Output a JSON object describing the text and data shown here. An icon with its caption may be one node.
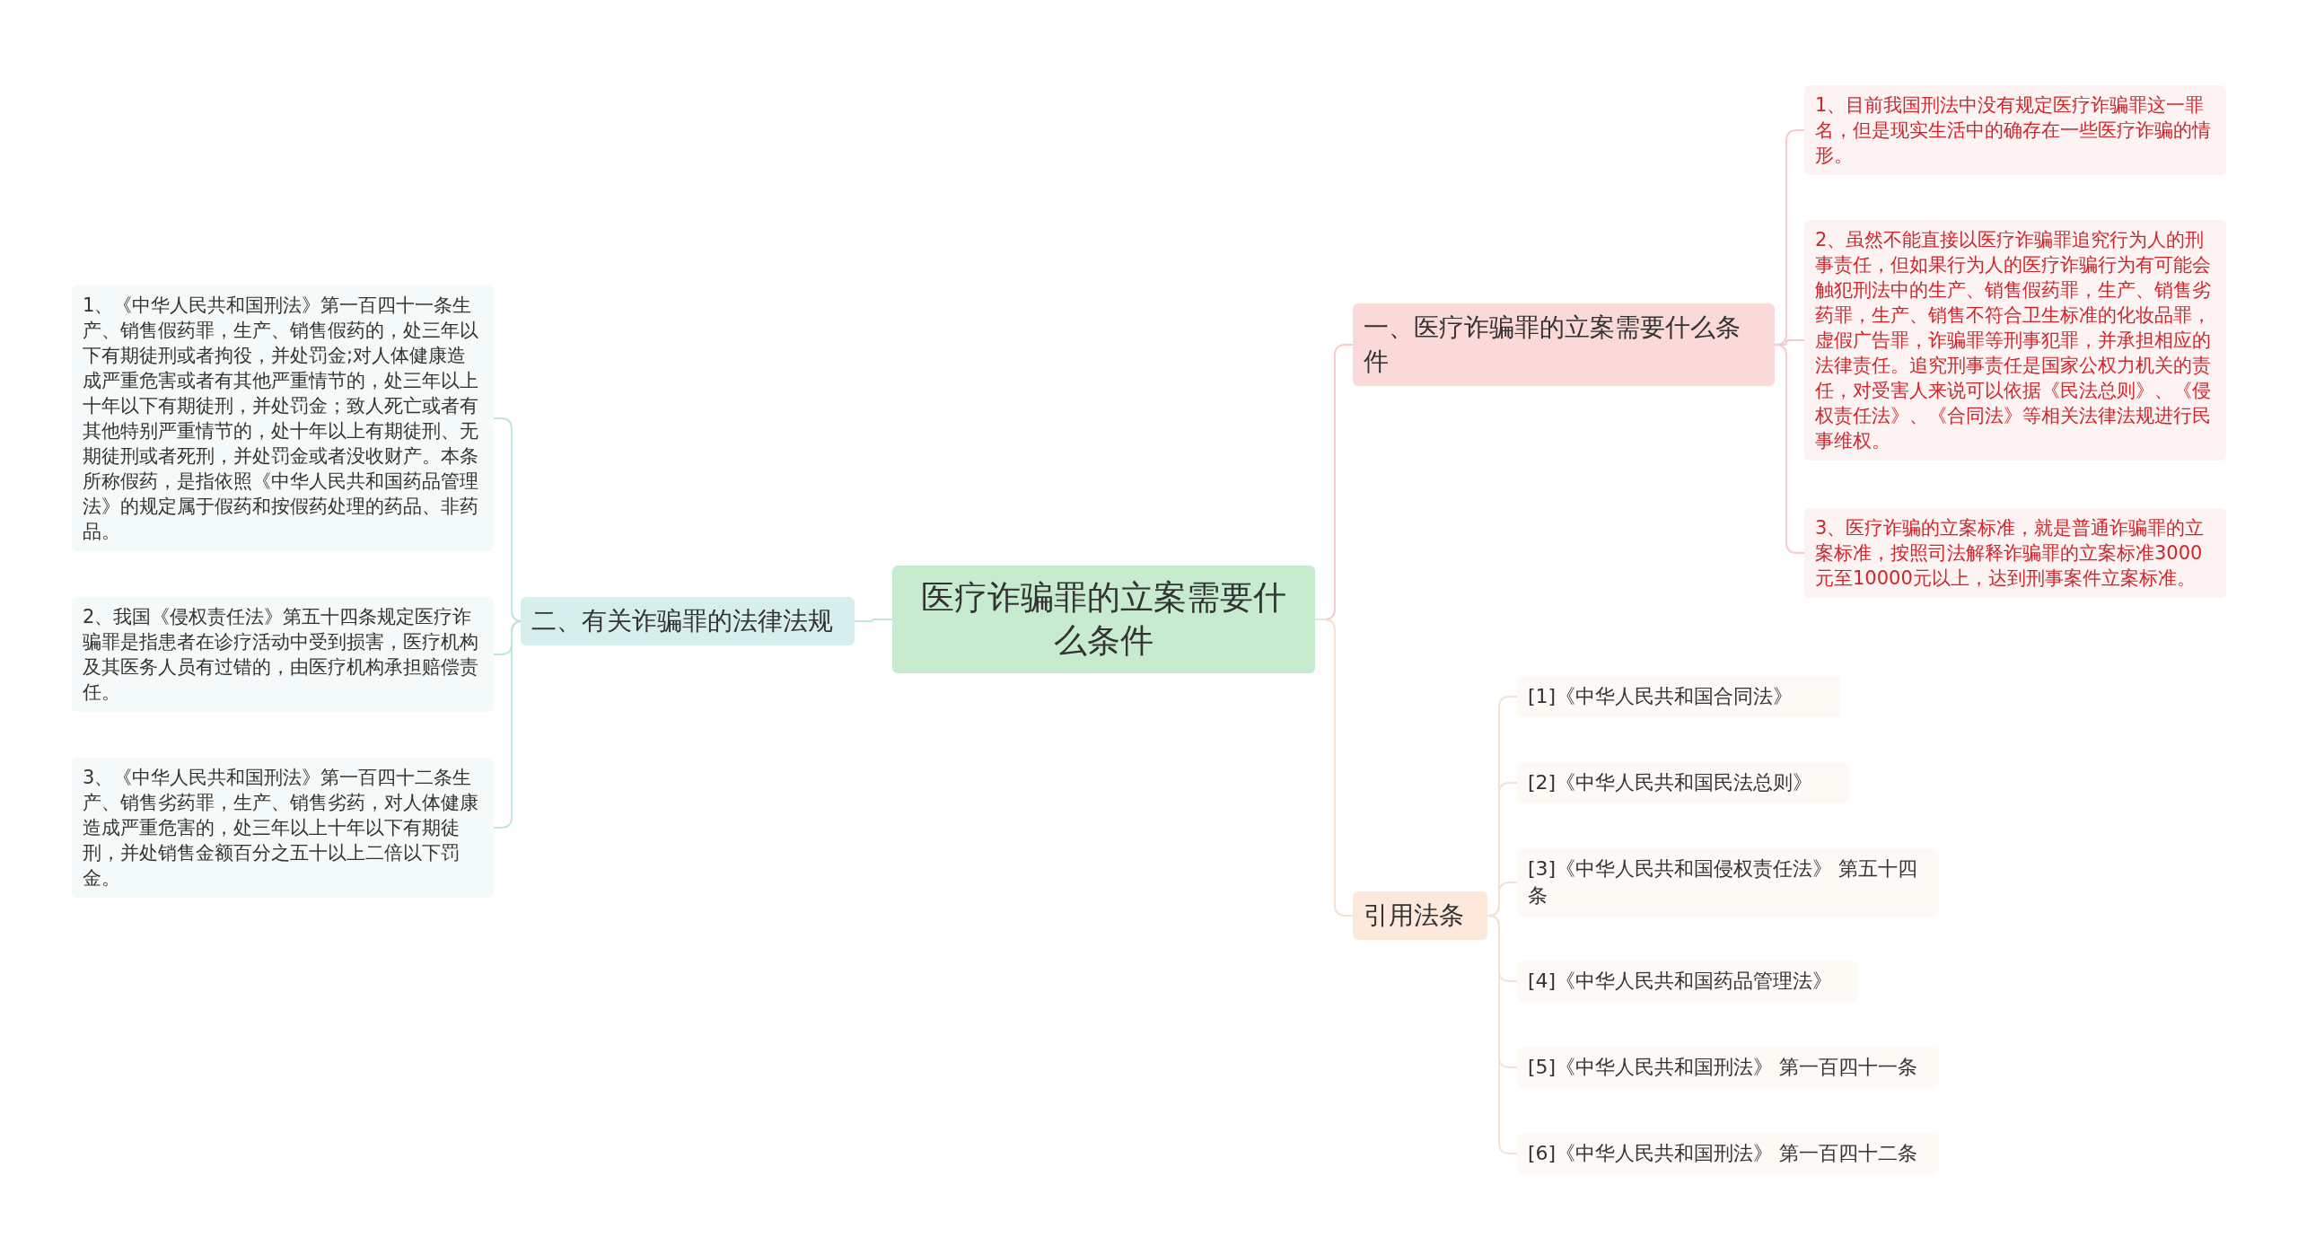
{
  "diagram": {
    "nodes": [
      {
        "text": [
          "医疗诈骗罪的立案需要什么条件"
        ]
      },
      {
        "text": [
          "一、医疗诈骗罪的立案需要什么条件"
        ]
      },
      {
        "text": [
          "1、目前我国刑法中没有规定医疗诈骗罪这一罪名，但是现实生活中的确存在一些医疗诈骗的情形。"
        ]
      },
      {
        "text": [
          "2、虽然不能直接以医疗诈骗罪追究行为人的刑事责任，但如果行为人的医疗诈骗行为有可能会触犯刑法中的生产、销售假药罪，生产、销售劣药罪，生产、销售不符合卫生标准的化妆品罪，虚假广告罪，诈骗罪等刑事犯罪，并承担相应的法律责任。追究刑事责任是国家公权力机关的责任，对受害人来说可以依据《民法总则》、《侵权责任法》、《合同法》等相关法律法规进行民事维权。"
        ]
      },
      {
        "text": [
          "3、医疗诈骗的立案标准，就是普通诈骗罪的立案标准，按照司法解释诈骗罪的立案标准3000元至10000元以上，达到刑事案件立案标准。"
        ]
      },
      {
        "text": [
          "引用法条"
        ]
      },
      {
        "text": [
          "[1]《中华人民共和国合同法》"
        ]
      },
      {
        "text": [
          "[2]《中华人民共和国民法总则》"
        ]
      },
      {
        "text": [
          "[3]《中华人民共和国侵权责任法》 第五十四条"
        ]
      },
      {
        "text": [
          "[4]《中华人民共和国药品管理法》"
        ]
      },
      {
        "text": [
          "[5]《中华人民共和国刑法》 第一百四十一条"
        ]
      },
      {
        "text": [
          "[6]《中华人民共和国刑法》 第一百四十二条"
        ]
      },
      {
        "text": [
          "二、有关诈骗罪的法律法规"
        ]
      },
      {
        "text": [
          "1、《中华人民共和国刑法》第一百四十一条生产、销售假药罪，生产、销售假药的，处三年以下有期徒刑或者拘役，并处罚金;对人体健康造成严重危害或者有其他严重情节的，处三年以上十年以下有期徒刑，并处罚金；致人死亡或者有其他特别严重情节的，处十年以上有期徒刑、无期徒刑或者死刑，并处罚金或者没收财产。本条所称假药，是指依照《中华人民共和国药品管理法》的规定属于假药和按假药处理的药品、非药品。"
        ]
      },
      {
        "text": [
          "2、我国《侵权责任法》第五十四条规定医疗诈骗罪是指患者在诊疗活动中受到损害，医疗机构及其医务人员有过错的，由医疗机构承担赔偿责任。"
        ]
      },
      {
        "text": [
          "3、《中华人民共和国刑法》第一百四十二条生产、销售劣药罪，生产、销售劣药，对人体健康造成严重危害的，处三年以上十年以下有期徒刑，并处销售金额百分之五十以上二倍以下罚金。"
        ]
      }
    ],
    "edges": [
      {
        "from": 0,
        "to": 1,
        "arrow": "none",
        "color": "#f5cccc"
      },
      {
        "from": 1,
        "to": 2,
        "arrow": "none",
        "color": "#f5cccc"
      },
      {
        "from": 1,
        "to": 3,
        "arrow": "none",
        "color": "#f5cccc"
      },
      {
        "from": 1,
        "to": 4,
        "arrow": "none",
        "color": "#f5cccc"
      },
      {
        "from": 0,
        "to": 5,
        "arrow": "none"
      },
      {
        "from": 5,
        "to": 6,
        "arrow": "none"
      },
      {
        "from": 5,
        "to": 7,
        "arrow": "none"
      },
      {
        "from": 5,
        "to": 8,
        "arrow": "none"
      },
      {
        "from": 5,
        "to": 9,
        "arrow": "none"
      },
      {
        "from": 5,
        "to": 10,
        "arrow": "none"
      },
      {
        "from": 5,
        "to": 11,
        "arrow": "none"
      },
      {
        "from": 0,
        "to": 12,
        "arrow": "none",
        "color": "#bfe5e0"
      },
      {
        "from": 12,
        "to": 13,
        "arrow": "none",
        "color": "#bfe5e0"
      },
      {
        "from": 12,
        "to": 14,
        "arrow": "none",
        "color": "#bfe5e0"
      },
      {
        "from": 12,
        "to": 15,
        "arrow": "none",
        "color": "#bfe5e0"
      }
    ]
  }
}
